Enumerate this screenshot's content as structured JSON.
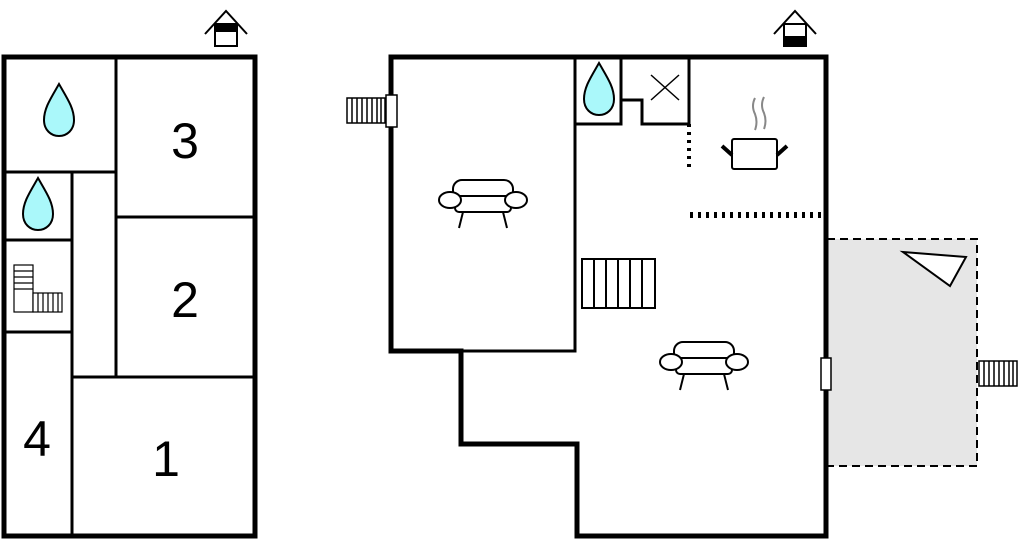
{
  "floors": [
    {
      "name": "upper-floor",
      "rooms": [
        {
          "number": "3"
        },
        {
          "number": "2"
        },
        {
          "number": "4"
        },
        {
          "number": "1"
        }
      ],
      "icons": [
        "house-upper-icon",
        "water-drop-icon",
        "water-drop-icon",
        "stairs-icon"
      ]
    },
    {
      "name": "ground-floor",
      "icons": [
        "house-ground-icon",
        "water-drop-icon",
        "cross-icon",
        "cooking-pot-icon",
        "sofa-icon",
        "sofa-icon",
        "stairs-icon",
        "steps-icon",
        "steps-icon",
        "terrace-arrow-icon"
      ]
    }
  ],
  "colors": {
    "water": "#aaf8fa",
    "terrace": "#e6e6e6",
    "wall": "#000000"
  }
}
